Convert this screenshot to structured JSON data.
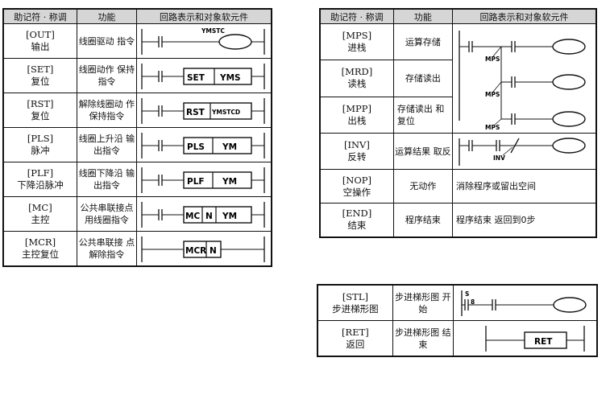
{
  "headers": {
    "mnemonic_name": "助记符 · 称调",
    "function": "功能",
    "diagram": "回路表示和对象软元件"
  },
  "left_table": [
    {
      "code": "[OUT]",
      "name": "输出",
      "func": "线圈驱动 指令",
      "ops": [
        "YMSTC"
      ]
    },
    {
      "code": "[SET]",
      "name": "复位",
      "func": "线圈动作 保持指令",
      "ops": [
        "SET",
        "YMS"
      ]
    },
    {
      "code": "[RST]",
      "name": "复位",
      "func": "解除线圈动 作保持指令",
      "ops": [
        "RST",
        "YMSTCD"
      ]
    },
    {
      "code": "[PLS]",
      "name": "脉冲",
      "func": "线圈上升沿 输出指令",
      "ops": [
        "PLS",
        "YM"
      ]
    },
    {
      "code": "[PLF]",
      "name": "下降沿脉冲",
      "func": "线圈下降沿 输出指令",
      "ops": [
        "PLF",
        "YM"
      ]
    },
    {
      "code": "[MC]",
      "name": "主控",
      "func": "公共串联接点 用线圈指令",
      "ops": [
        "MC",
        "N",
        "YM"
      ]
    },
    {
      "code": "[MCR]",
      "name": "主控复位",
      "func": "公共串联接 点解除指令",
      "ops": [
        "MCR",
        "N"
      ]
    }
  ],
  "right_table": [
    {
      "code": "[MPS]",
      "name": "进栈",
      "func": "运算存储",
      "ops": [
        "MPS"
      ]
    },
    {
      "code": "[MRD]",
      "name": "读栈",
      "func": "存储读出",
      "ops": [
        "MPS"
      ]
    },
    {
      "code": "[MPP]",
      "name": "出栈",
      "func": "存储读出 和复位",
      "ops": [
        "MPS"
      ]
    },
    {
      "code": "[INV]",
      "name": "反转",
      "func": "运算结果 取反",
      "ops": [
        "INV"
      ]
    },
    {
      "code": "[NOP]",
      "name": "空操作",
      "func": "无动作",
      "desc": "消除程序或留出空间"
    },
    {
      "code": "[END]",
      "name": "结束",
      "func": "程序结束",
      "desc": "程序结束 返回到0步"
    }
  ],
  "bottom_table": [
    {
      "code": "[STL]",
      "name": "步进梯形图",
      "func": "步进梯形图 开始",
      "ops": [
        "S",
        "8"
      ]
    },
    {
      "code": "[RET]",
      "name": "返回",
      "func": "步进梯形图 结束",
      "ops": [
        "RET"
      ]
    }
  ]
}
